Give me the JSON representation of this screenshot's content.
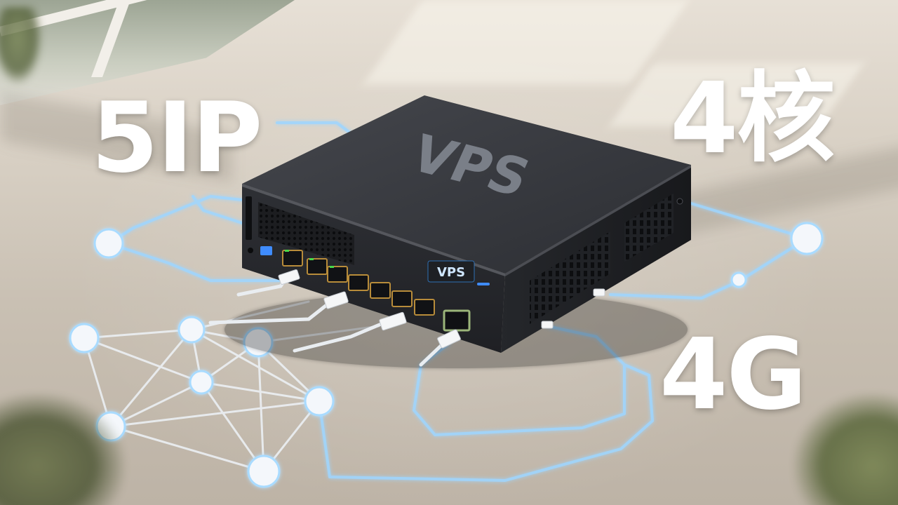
{
  "labels": {
    "ip": "5IP",
    "core": "4核",
    "ram": "4G"
  },
  "device": {
    "top_text": "VPS",
    "front_badge": "VPS",
    "port_count": 7
  },
  "colors": {
    "device_body": "#2a2c30",
    "device_top": "#3a3c41",
    "network_glow": "#9fd6ff",
    "node_fill": "#f4f7fb",
    "status_led": "#3f8cff",
    "port_led": "#48d84a"
  }
}
